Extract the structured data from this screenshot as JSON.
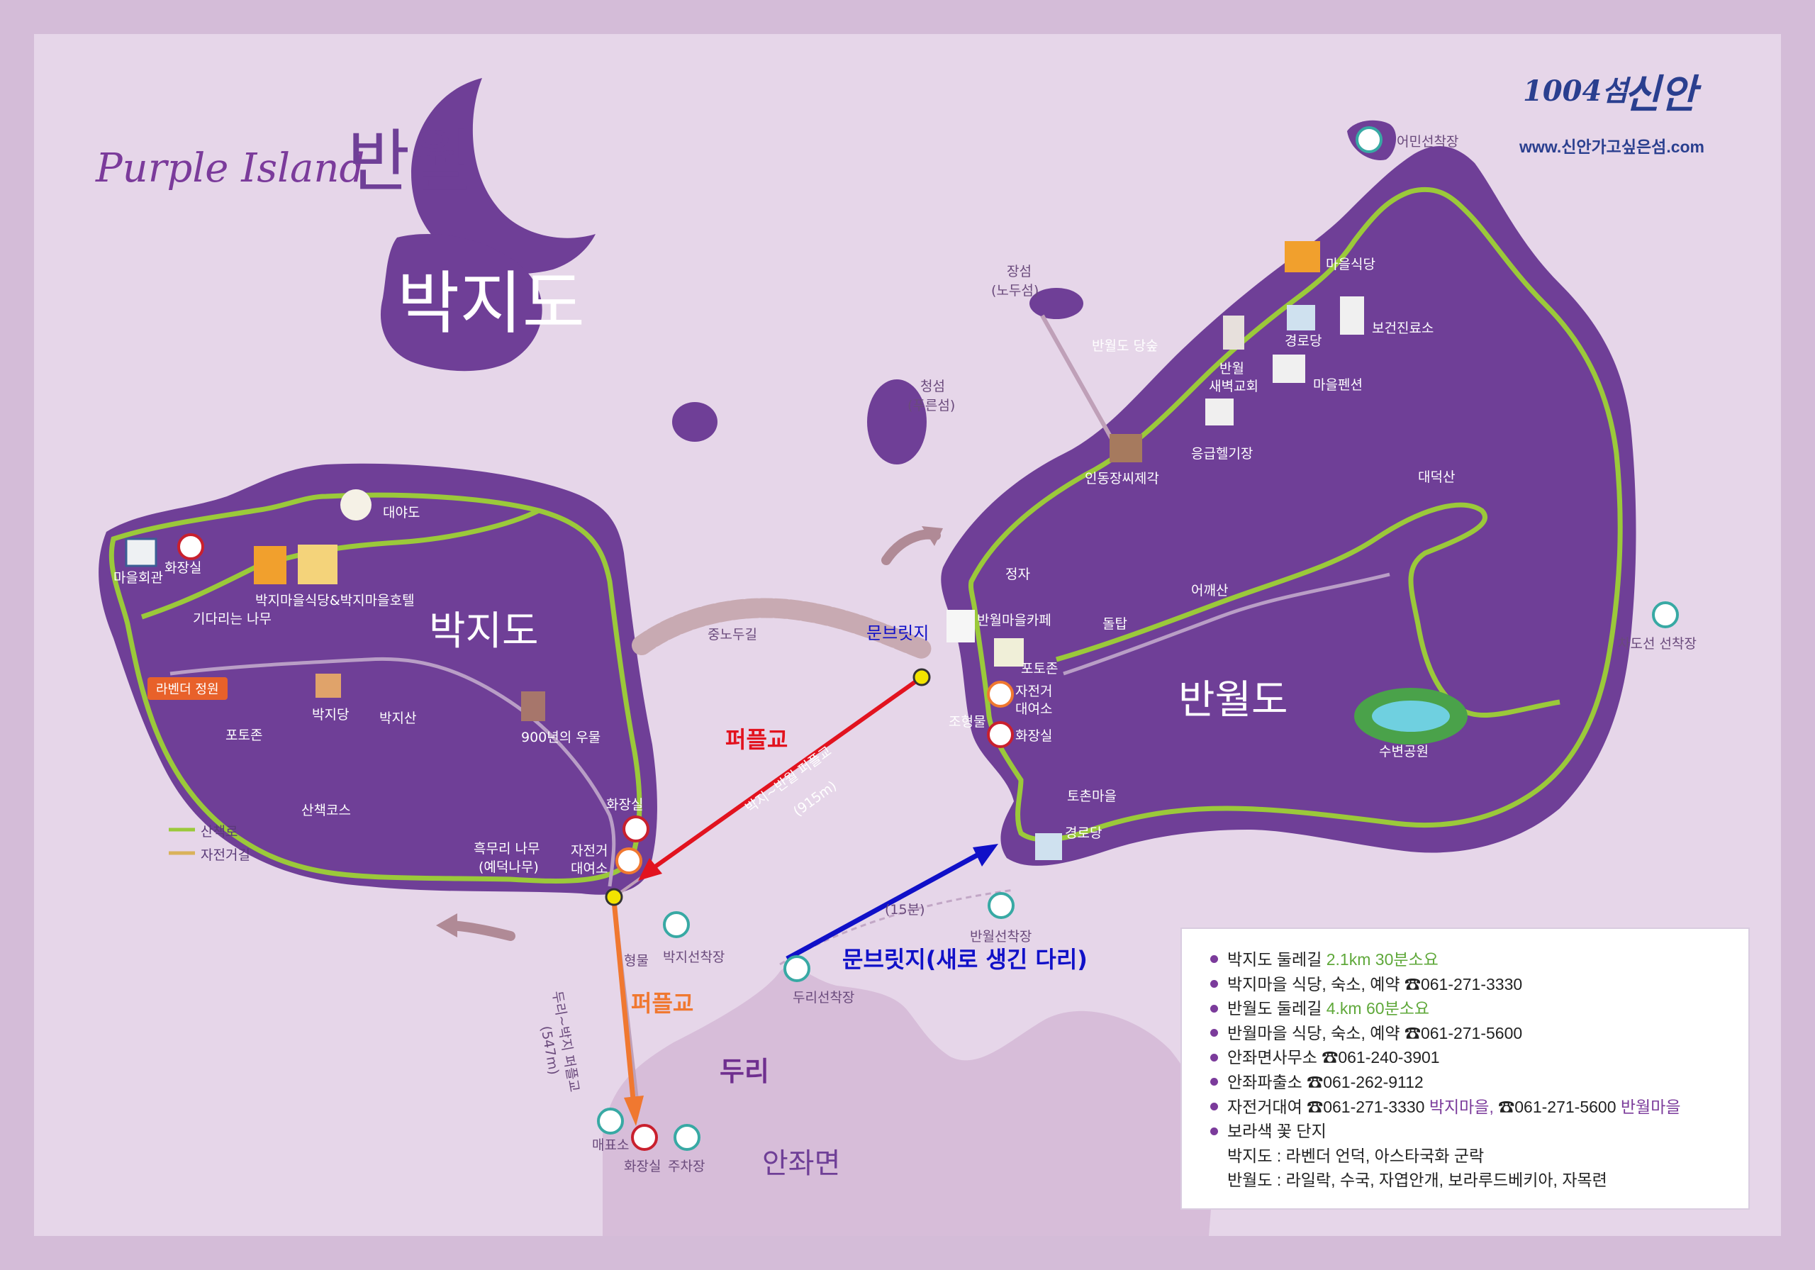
{
  "colors": {
    "page_border": "#d4bcd8",
    "sea": "#e6d6e9",
    "island": "#6f3f97",
    "trail": "#9bc93a",
    "road": "#d9c8de",
    "red_arrow": "#e2131f",
    "orange_arrow": "#f07830",
    "blue_arrow": "#1010c8",
    "mainland": "#d7bdd9"
  },
  "header": {
    "title_en": "Purple Island",
    "title_line1": "반월",
    "title_line2": "박지도",
    "brand_number": "1004섬",
    "brand_name": "신안",
    "brand_url": "www.신안가고싶은섬.com"
  },
  "islands": {
    "bakji": "박지도",
    "banwol": "반월도",
    "duri": "두리",
    "anjwa": "안좌면"
  },
  "bridges": {
    "purple_bridge_1": "퍼플교",
    "purple_bridge_2": "퍼플교",
    "moonbridge": "문브릿지(새로 생긴 다리)",
    "moonbridge_top": "문브릿지",
    "bridge_info_1_a": "박지~반월 퍼플교",
    "bridge_info_1_b": "(915m)",
    "bridge_info_2_a": "두리~박지 퍼플교",
    "bridge_info_2_b": "(547m)",
    "moonbridge_time": "(15분)",
    "nodu_road": "중노두길"
  },
  "bakji_labels": {
    "daeaseum": "대야도",
    "village_hall": "마을회관",
    "toilet_top": "화장실",
    "restaurant_hotel": "박지마을식당&박지마을호텔",
    "waiting_tree": "기다리는 나무",
    "lavender_garden": "라벤더 정원",
    "photo_zone": "포토존",
    "bakjidang": "박지당",
    "bakjisan": "박지산",
    "well": "900년의 우물",
    "walk_course": "산책코스",
    "mulberry_a": "흑무리 나무",
    "mulberry_b": "(예덕나무)",
    "toilet": "화장실",
    "bike_a": "자전거",
    "bike_b": "대여소",
    "hyeongmul": "형물",
    "bakji_dock": "박지선착장"
  },
  "banwol_labels": {
    "eomin_dock": "어민선착장",
    "jangseom_a": "장섬",
    "jangseom_b": "(노두섬)",
    "cheongseom_a": "청섬",
    "cheongseom_b": "(푸른섬)",
    "village_restaurant": "마을식당",
    "dangsup": "반월도 당숲",
    "senior_center_top": "경로당",
    "health_center": "보건진료소",
    "church_a": "반월",
    "church_b": "새벽교회",
    "pension": "마을펜션",
    "heliport": "응급헬기장",
    "jesa": "인동장씨제각",
    "daedeoksan": "대덕산",
    "eogaesan": "어깨산",
    "doltap": "돌탑",
    "jeongja": "정자",
    "cafe": "반월마을카페",
    "photo_zone": "포토존",
    "moon_photo": "조형물",
    "bike_a": "자전거",
    "bike_b": "대여소",
    "toilet": "화장실",
    "chadoseon_dock": "차도선 선착장",
    "park": "수변공원",
    "tochon": "토촌마을",
    "senior_center": "경로당",
    "banwol_dock": "반월선착장",
    "duri_dock": "두리선착장"
  },
  "duri_labels": {
    "ticket": "매표소",
    "toilet": "화장실",
    "parking": "주차장"
  },
  "map_legend": {
    "walk": "산책로",
    "bike": "자전거길"
  },
  "info": {
    "l1_a": "박지도 둘레길 ",
    "l1_b": "2.1km 30분소요",
    "l2": "박지마을 식당, 숙소, 예약 ☎061-271-3330",
    "l3_a": "반월도 둘레길 ",
    "l3_b": "4.km 60분소요",
    "l4": "반월마을 식당, 숙소, 예약 ☎061-271-5600",
    "l5": "안좌면사무소 ☎061-240-3901",
    "l6": "안좌파출소 ☎061-262-9112",
    "l7_a": "자전거대여 ☎061-271-3330 ",
    "l7_b": "박지마을,",
    "l7_c": " ☎061-271-5600 ",
    "l7_d": "반월마을",
    "l8": "보라색 꽃 단지",
    "l9": "박지도 : 라벤더 언덕, 아스타국화 군락",
    "l10": "반월도 : 라일락, 수국, 자엽안개, 보라루드베키아, 자목련"
  }
}
